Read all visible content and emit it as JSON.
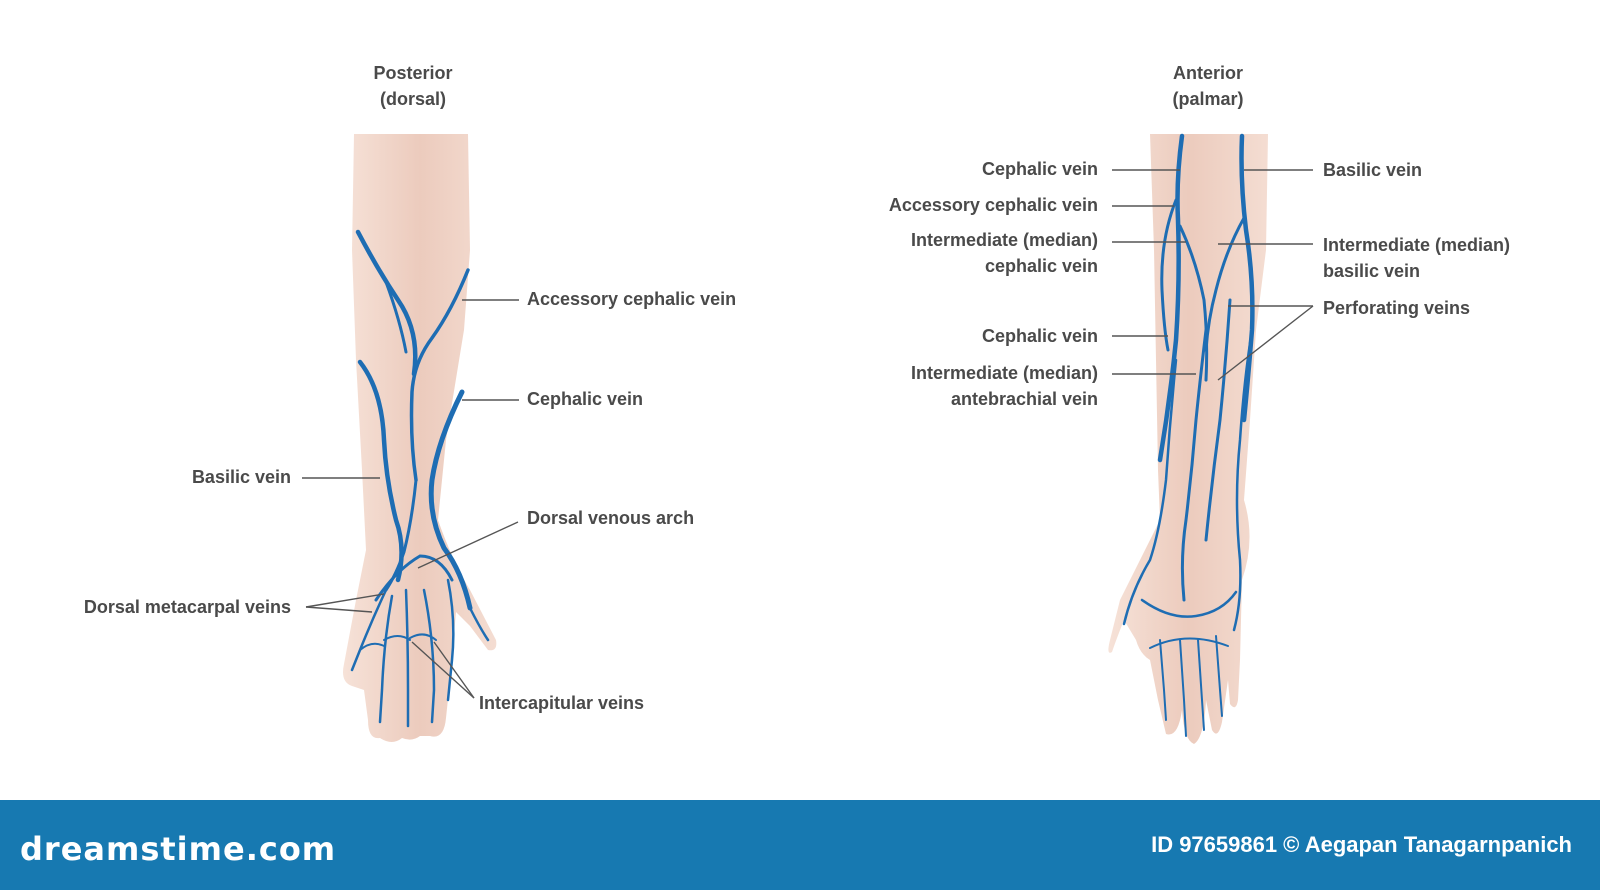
{
  "posterior": {
    "title": "Posterior",
    "subtitle": "(dorsal)",
    "labels": {
      "accessory_cephalic": "Accessory cephalic vein",
      "cephalic": "Cephalic vein",
      "basilic": "Basilic vein",
      "dorsal_venous_arch": "Dorsal venous arch",
      "dorsal_metacarpal": "Dorsal metacarpal veins",
      "intercapitular": "Intercapitular veins"
    }
  },
  "anterior": {
    "title": "Anterior",
    "subtitle": "(palmar)",
    "labels": {
      "cephalic_top": "Cephalic vein",
      "accessory_cephalic": "Accessory cephalic vein",
      "intermediate_cephalic_1": "Intermediate (median)",
      "intermediate_cephalic_2": "cephalic vein",
      "cephalic_mid": "Cephalic vein",
      "intermediate_antebrachial_1": "Intermediate (median)",
      "intermediate_antebrachial_2": "antebrachial vein",
      "basilic": "Basilic vein",
      "intermediate_basilic_1": "Intermediate (median)",
      "intermediate_basilic_2": "basilic vein",
      "perforating": "Perforating veins"
    }
  },
  "footer": {
    "brand": "dreamstime.com",
    "credit": "ID 97659861 © Aegapan Tanagarnpanich"
  },
  "colors": {
    "skin": "#f3d9cc",
    "skin_shade": "#e9c3b3",
    "vein": "#1e6db3",
    "leader": "#555555",
    "footer": "#1779b1"
  }
}
